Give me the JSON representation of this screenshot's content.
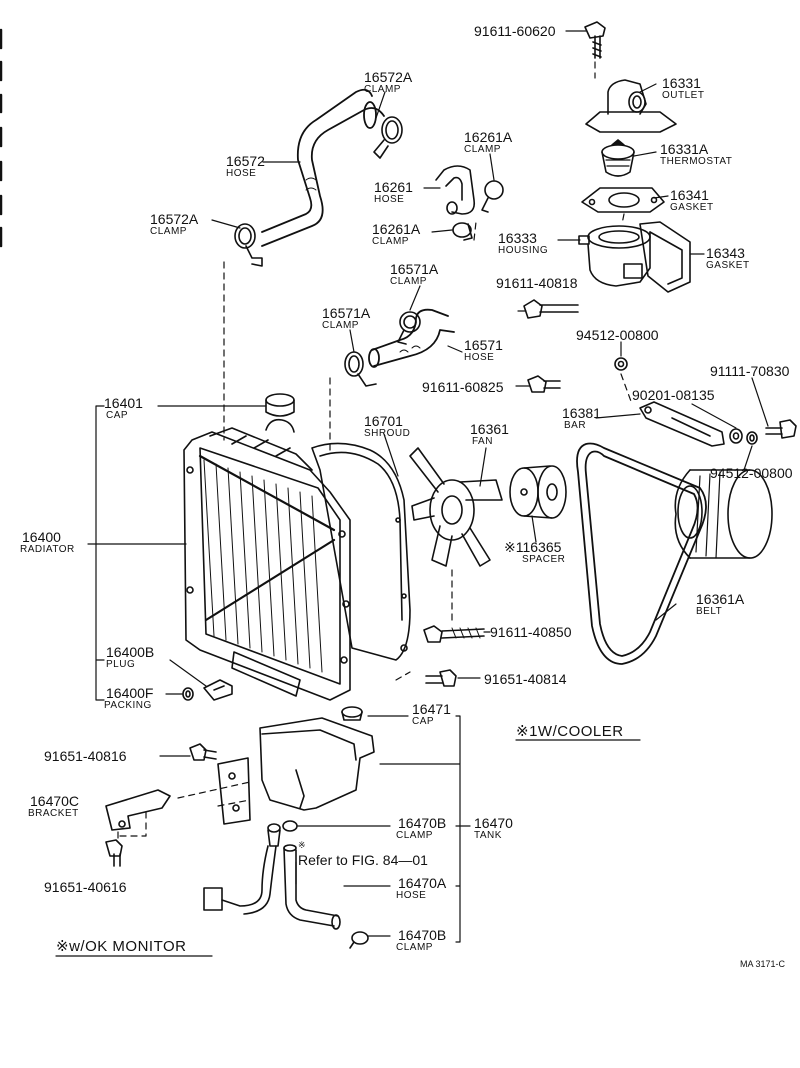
{
  "diagram": {
    "code": "MA 3171-C",
    "notes": {
      "cooler": "※1W/COOLER",
      "monitor": "※w/OK MONITOR",
      "refer_mark": "※",
      "refer": "Refer to FIG. 84—01"
    },
    "parts": [
      {
        "id": "p01",
        "number": "91611-60620",
        "name": ""
      },
      {
        "id": "p02",
        "number": "16572A",
        "name": "CLAMP"
      },
      {
        "id": "p03",
        "number": "16572",
        "name": "HOSE"
      },
      {
        "id": "p04",
        "number": "16572A",
        "name": "CLAMP"
      },
      {
        "id": "p05",
        "number": "16261A",
        "name": "CLAMP"
      },
      {
        "id": "p06",
        "number": "16261",
        "name": "HOSE"
      },
      {
        "id": "p07",
        "number": "16261A",
        "name": "CLAMP"
      },
      {
        "id": "p08",
        "number": "16331",
        "name": "OUTLET"
      },
      {
        "id": "p09",
        "number": "16331A",
        "name": "THERMOSTAT"
      },
      {
        "id": "p10",
        "number": "16341",
        "name": "GASKET"
      },
      {
        "id": "p11",
        "number": "16333",
        "name": "HOUSING"
      },
      {
        "id": "p12",
        "number": "16343",
        "name": "GASKET"
      },
      {
        "id": "p13",
        "number": "91611-40818",
        "name": ""
      },
      {
        "id": "p14",
        "number": "16571A",
        "name": "CLAMP"
      },
      {
        "id": "p15",
        "number": "16571A",
        "name": "CLAMP"
      },
      {
        "id": "p16",
        "number": "16571",
        "name": "HOSE"
      },
      {
        "id": "p17",
        "number": "94512-00800",
        "name": ""
      },
      {
        "id": "p18",
        "number": "91611-60825",
        "name": ""
      },
      {
        "id": "p19",
        "number": "91111-70830",
        "name": ""
      },
      {
        "id": "p20",
        "number": "90201-08135",
        "name": ""
      },
      {
        "id": "p21",
        "number": "16381",
        "name": "BAR"
      },
      {
        "id": "p22",
        "number": "94512-00800",
        "name": ""
      },
      {
        "id": "p23",
        "number": "16401",
        "name": "CAP"
      },
      {
        "id": "p24",
        "number": "16701",
        "name": "SHROUD"
      },
      {
        "id": "p25",
        "number": "16361",
        "name": "FAN"
      },
      {
        "id": "p26",
        "number": "※116365",
        "name": "SPACER"
      },
      {
        "id": "p27",
        "number": "16400",
        "name": "RADIATOR"
      },
      {
        "id": "p28",
        "number": "16361A",
        "name": "BELT"
      },
      {
        "id": "p29",
        "number": "91611-40850",
        "name": ""
      },
      {
        "id": "p30",
        "number": "16400B",
        "name": "PLUG"
      },
      {
        "id": "p31",
        "number": "91651-40814",
        "name": ""
      },
      {
        "id": "p32",
        "number": "16400F",
        "name": "PACKING"
      },
      {
        "id": "p33",
        "number": "16471",
        "name": "CAP"
      },
      {
        "id": "p34",
        "number": "91651-40816",
        "name": ""
      },
      {
        "id": "p35",
        "number": "16470C",
        "name": "BRACKET"
      },
      {
        "id": "p36",
        "number": "16470B",
        "name": "CLAMP"
      },
      {
        "id": "p37",
        "number": "16470",
        "name": "TANK"
      },
      {
        "id": "p38",
        "number": "91651-40616",
        "name": ""
      },
      {
        "id": "p39",
        "number": "16470A",
        "name": "HOSE"
      },
      {
        "id": "p40",
        "number": "16470B",
        "name": "CLAMP"
      }
    ]
  }
}
